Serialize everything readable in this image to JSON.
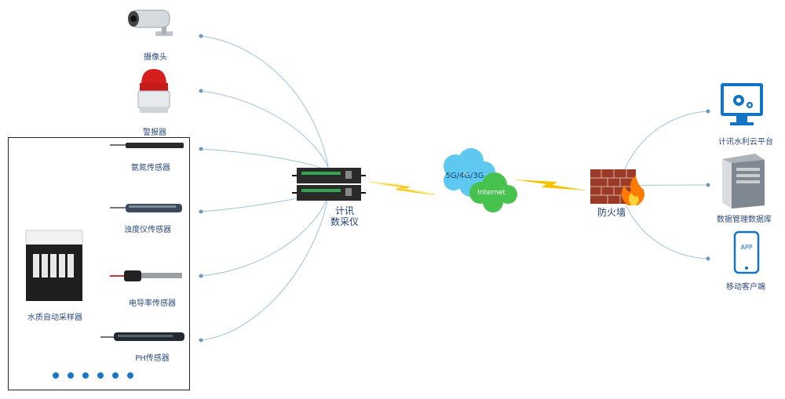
{
  "devices_left": [
    {
      "id": "camera",
      "label": "摄像头"
    },
    {
      "id": "alarm",
      "label": "警报器"
    },
    {
      "id": "ammonia",
      "label": "氨氮传感器"
    },
    {
      "id": "turbidity",
      "label": "浊度仪传感器"
    },
    {
      "id": "conductivity",
      "label": "电导率传感器"
    },
    {
      "id": "ph",
      "label": "PH传感器"
    }
  ],
  "sampler": {
    "label": "水质自动采样器"
  },
  "ellipsis_count": 6,
  "center": {
    "label_line1": "计讯",
    "label_line2": "数采仪"
  },
  "network": {
    "cloud_label": "5G/4G/3G",
    "internet_label": "Internet"
  },
  "firewall": {
    "label": "防火墙"
  },
  "right": [
    {
      "id": "platform",
      "label": "计讯水利云平台"
    },
    {
      "id": "database",
      "label": "数据管理数据库"
    },
    {
      "id": "mobile",
      "label": "移动客户端",
      "icon_text": "APP"
    }
  ],
  "colors": {
    "line": "#9ec3db",
    "accent": "#1976c8",
    "cloud_blue": "#5ec8f0",
    "cloud_green": "#48c24e",
    "lightning": "#f5c400",
    "firewall": "#9b3a26"
  }
}
